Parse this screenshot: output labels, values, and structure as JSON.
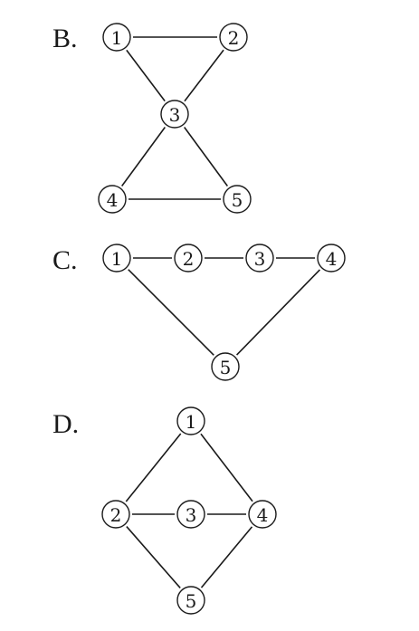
{
  "diagrams": [
    {
      "label": "B.",
      "nodes": [
        {
          "id": "1",
          "text": "1"
        },
        {
          "id": "2",
          "text": "2"
        },
        {
          "id": "3",
          "text": "3"
        },
        {
          "id": "4",
          "text": "4"
        },
        {
          "id": "5",
          "text": "5"
        }
      ],
      "edges": [
        [
          "1",
          "2"
        ],
        [
          "1",
          "3"
        ],
        [
          "2",
          "3"
        ],
        [
          "3",
          "4"
        ],
        [
          "3",
          "5"
        ],
        [
          "4",
          "5"
        ]
      ]
    },
    {
      "label": "C.",
      "nodes": [
        {
          "id": "1",
          "text": "1"
        },
        {
          "id": "2",
          "text": "2"
        },
        {
          "id": "3",
          "text": "3"
        },
        {
          "id": "4",
          "text": "4"
        },
        {
          "id": "5",
          "text": "5"
        }
      ],
      "edges": [
        [
          "1",
          "2"
        ],
        [
          "2",
          "3"
        ],
        [
          "3",
          "4"
        ],
        [
          "1",
          "5"
        ],
        [
          "4",
          "5"
        ]
      ]
    },
    {
      "label": "D.",
      "nodes": [
        {
          "id": "1",
          "text": "1"
        },
        {
          "id": "2",
          "text": "2"
        },
        {
          "id": "3",
          "text": "3"
        },
        {
          "id": "4",
          "text": "4"
        },
        {
          "id": "5",
          "text": "5"
        }
      ],
      "edges": [
        [
          "1",
          "2"
        ],
        [
          "1",
          "4"
        ],
        [
          "2",
          "3"
        ],
        [
          "3",
          "4"
        ],
        [
          "2",
          "5"
        ],
        [
          "4",
          "5"
        ]
      ]
    }
  ]
}
